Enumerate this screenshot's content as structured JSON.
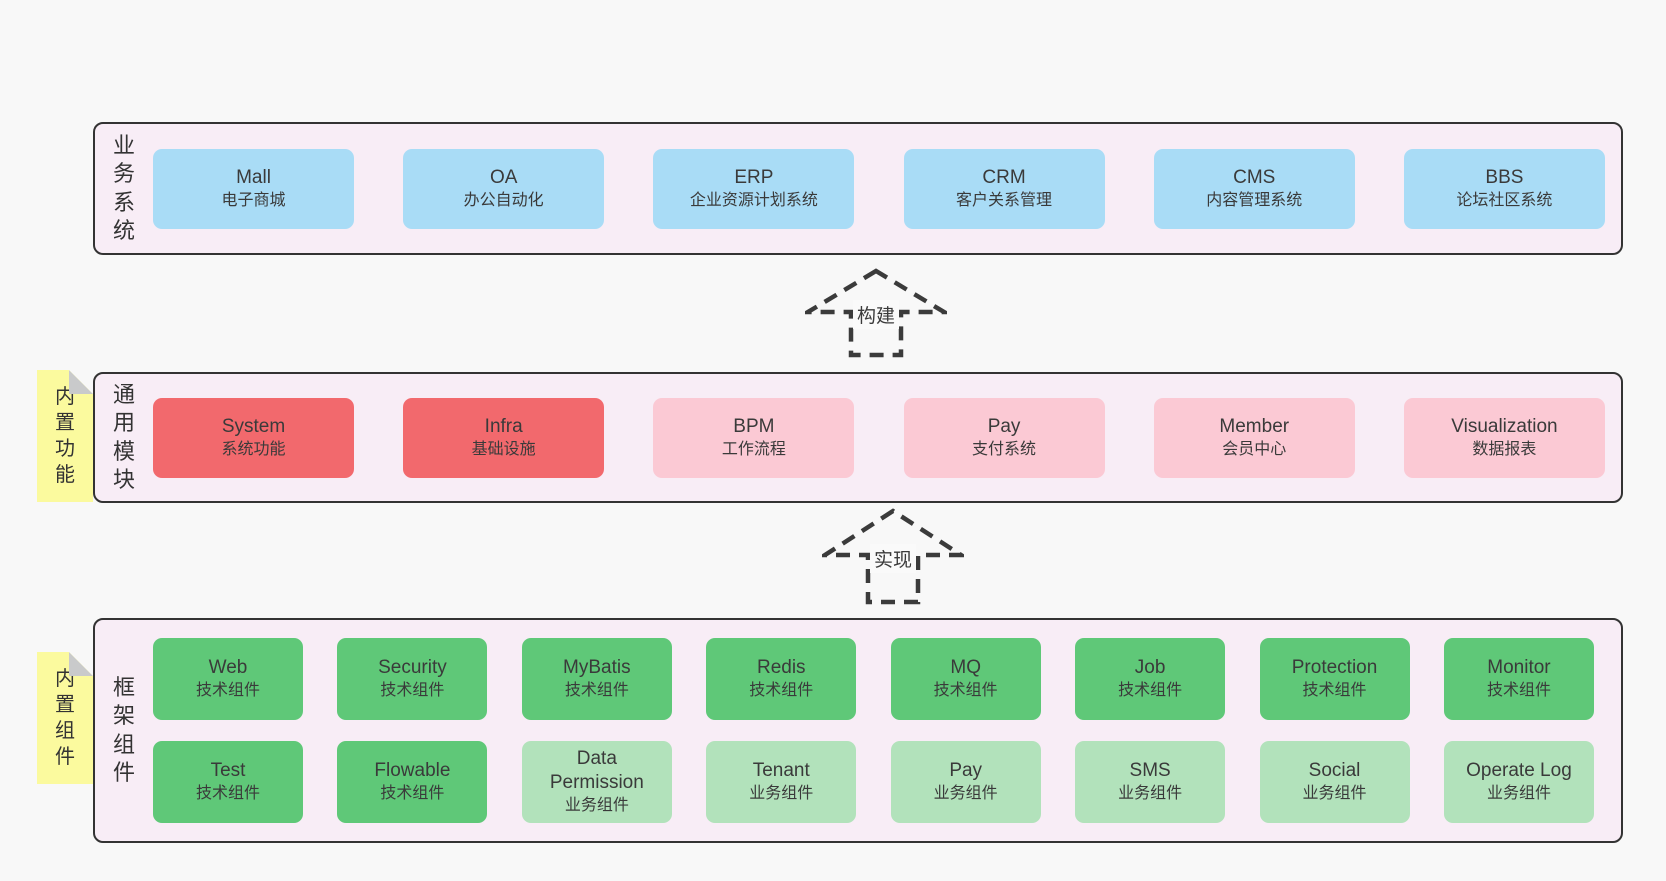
{
  "colors": {
    "page_bg": "#f8f8f8",
    "panel_bg": "#f8edf6",
    "panel_border": "#333333",
    "blue_box": "#a9dcf6",
    "red_box": "#f2696d",
    "pink_box": "#fbc9d4",
    "green_box": "#5fc878",
    "light_green_box": "#b2e2bb",
    "sticky_yellow": "#fbfa9e",
    "sticky_fold": "#c9cacb",
    "text": "#3a3a3a"
  },
  "arrows": [
    {
      "label": "构建"
    },
    {
      "label": "实现"
    }
  ],
  "panels": [
    {
      "side_label": "业\n务\n系\n统",
      "boxes": [
        {
          "name": "Mall",
          "sub": "电子商城"
        },
        {
          "name": "OA",
          "sub": "办公自动化"
        },
        {
          "name": "ERP",
          "sub": "企业资源计划系统"
        },
        {
          "name": "CRM",
          "sub": "客户关系管理"
        },
        {
          "name": "CMS",
          "sub": "内容管理系统"
        },
        {
          "name": "BBS",
          "sub": "论坛社区系统"
        }
      ]
    },
    {
      "side_label": "通\n用\n模\n块",
      "sticky": "内\n置\n功\n能",
      "boxes": [
        {
          "name": "System",
          "sub": "系统功能"
        },
        {
          "name": "Infra",
          "sub": "基础设施"
        },
        {
          "name": "BPM",
          "sub": "工作流程"
        },
        {
          "name": "Pay",
          "sub": "支付系统"
        },
        {
          "name": "Member",
          "sub": "会员中心"
        },
        {
          "name": "Visualization",
          "sub": "数据报表"
        }
      ]
    },
    {
      "side_label": "框\n架\n组\n件",
      "sticky": "内\n置\n组\n件",
      "rows": [
        [
          {
            "name": "Web",
            "sub": "技术组件"
          },
          {
            "name": "Security",
            "sub": "技术组件"
          },
          {
            "name": "MyBatis",
            "sub": "技术组件"
          },
          {
            "name": "Redis",
            "sub": "技术组件"
          },
          {
            "name": "MQ",
            "sub": "技术组件"
          },
          {
            "name": "Job",
            "sub": "技术组件"
          },
          {
            "name": "Protection",
            "sub": "技术组件"
          },
          {
            "name": "Monitor",
            "sub": "技术组件"
          }
        ],
        [
          {
            "name": "Test",
            "sub": "技术组件"
          },
          {
            "name": "Flowable",
            "sub": "技术组件"
          },
          {
            "name": "Data\nPermission",
            "sub": "业务组件"
          },
          {
            "name": "Tenant",
            "sub": "业务组件"
          },
          {
            "name": "Pay",
            "sub": "业务组件"
          },
          {
            "name": "SMS",
            "sub": "业务组件"
          },
          {
            "name": "Social",
            "sub": "业务组件"
          },
          {
            "name": "Operate Log",
            "sub": "业务组件"
          }
        ]
      ]
    }
  ]
}
